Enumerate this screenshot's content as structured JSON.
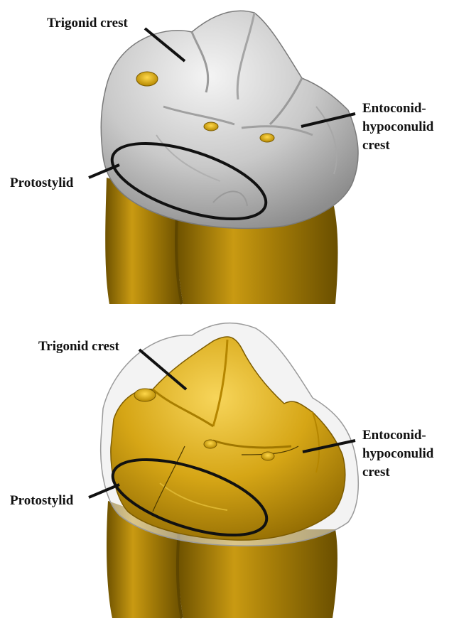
{
  "panels": [
    {
      "labels": {
        "trigonid": "Trigonid crest",
        "entoconid": [
          "Entoconid-",
          "hypoconulid",
          "crest"
        ],
        "protostylid": "Protostylid"
      }
    },
    {
      "labels": {
        "trigonid": "Trigonid crest",
        "entoconid": [
          "Entoconid-",
          "hypoconulid",
          "crest"
        ],
        "protostylid": "Protostylid"
      }
    }
  ],
  "colors": {
    "enamel": "#c8c8c8",
    "dentine": "#c99a12",
    "outline": "#111111"
  }
}
